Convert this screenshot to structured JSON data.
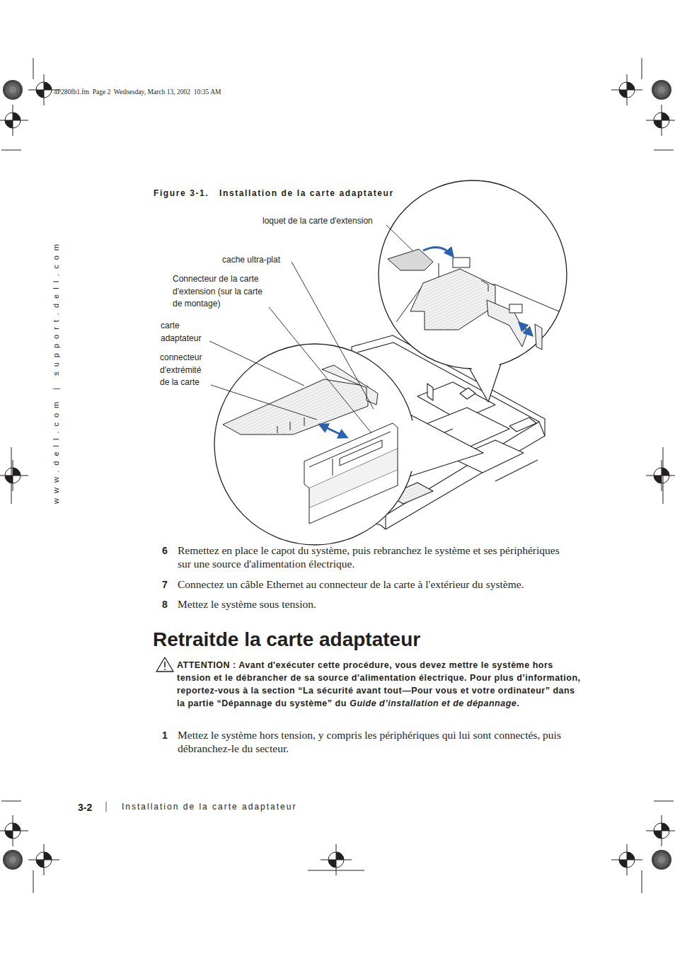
{
  "diagram": {
    "title": "Figure 3-1.   Installation de la carte adaptateur",
    "labels": [
      "4P280fb1.fm  Page 2  Wednesday, March 13, 2002  10:35 AM",
      "www.dell.com | support.dell.com",
      "loquet de la carte d'extension",
      "cache ultra-plat",
      "Connecteur de la carte d'extension (sur la carte de montage)",
      "carte adaptateur",
      "connecteur d'extrémité de la carte",
      "6",
      "Remettez en place le capot du système, puis rebranchez le système et ses périphériques sur une source d'alimentation électrique.",
      "7",
      "Connectez un câble Ethernet au connecteur de la carte à l'extérieur du système.",
      "8",
      "Mettez le système sous tension.",
      "Retraitde la carte adaptateur",
      "ATTENTION : Avant d'exécuter cette procédure, vous devez mettre le système hors tension et le débrancher de sa source d'alimentation électrique. Pour plus d’information, reportez-vous à la section “La sécurité avant tout—Pour vous et votre ordinateur” dans la partie “Dépannage du système” du",
      "Guide d’installation et de dépannage",
      ".",
      "1",
      "Mettez le système hors tension, y compris les périphériques qui lui sont connectés, puis débranchez-le du secteur.",
      "3-2",
      "Installation de la carte adaptateur"
    ]
  }
}
